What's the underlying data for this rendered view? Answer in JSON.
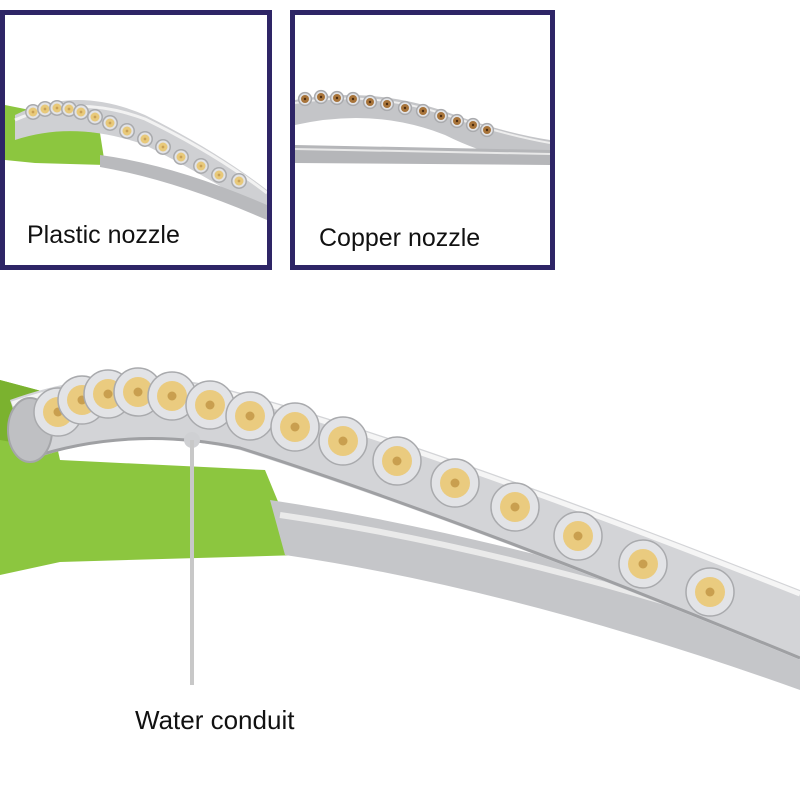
{
  "insets": {
    "plastic": {
      "caption": "Plastic nozzle",
      "nozzle_color": "#e8c97a"
    },
    "copper": {
      "caption": "Copper nozzle",
      "nozzle_color": "#a8743a"
    }
  },
  "main": {
    "callout_label": "Water conduit",
    "nozzle_color": "#eacb7f"
  },
  "colors": {
    "frame": "#2e2566",
    "handle_green": "#8cc63f",
    "metal": "#c8c9cc"
  }
}
